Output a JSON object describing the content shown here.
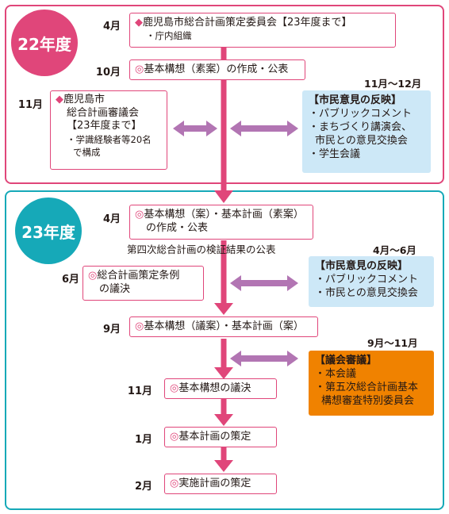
{
  "fy22": {
    "badge": "22年度",
    "m_apr": "4月",
    "committee_title": "鹿児島市総合計画策定委員会【23年度まで】",
    "committee_sub": "・庁内組織",
    "m_oct": "10月",
    "oct_item": "基本構想（素案）の作成・公表",
    "m_nov": "11月",
    "council_l1": "鹿児島市",
    "council_l2": "総合計画審議会",
    "council_l3": "【23年度まで】",
    "council_l4": "・学識経験者等20名",
    "council_l5": "で構成",
    "period": "11月～12月",
    "citizen_title": "【市民意見の反映】",
    "citizen_items": [
      "・パブリックコメント",
      "・まちづくり講演会、",
      "市民との意見交換会",
      "・学生会議"
    ]
  },
  "fy23": {
    "badge": "23年度",
    "m_apr": "4月",
    "apr_l1": "基本構想（案）・基本計画（素案）",
    "apr_l2": "の作成・公表",
    "verify_note": "第四次総合計画の検証結果の公表",
    "period1": "4月～6月",
    "citizen_title": "【市民意見の反映】",
    "citizen_items": [
      "・パブリックコメント",
      "・市民との意見交換会"
    ],
    "m_jun": "6月",
    "jun_l1": "総合計画策定条例",
    "jun_l2": "の議決",
    "m_sep": "9月",
    "sep_item": "基本構想（議案）・基本計画（案）",
    "period2": "9月～11月",
    "assembly_title": "【議会審議】",
    "assembly_items": [
      "・本会議",
      "・第五次総合計画基本",
      "構想審査特別委員会"
    ],
    "m_nov": "11月",
    "nov_item": "基本構想の議決",
    "m_jan": "1月",
    "jan_item": "基本計画の策定",
    "m_feb": "2月",
    "feb_item": "実施計画の策定"
  },
  "symbols": {
    "diamond": "◆",
    "circle": "◎"
  },
  "colors": {
    "pink": "#e0467a",
    "teal": "#16a9b8",
    "lightblue": "#cde8f7",
    "orange": "#f08200",
    "purple": "#b275b3"
  }
}
